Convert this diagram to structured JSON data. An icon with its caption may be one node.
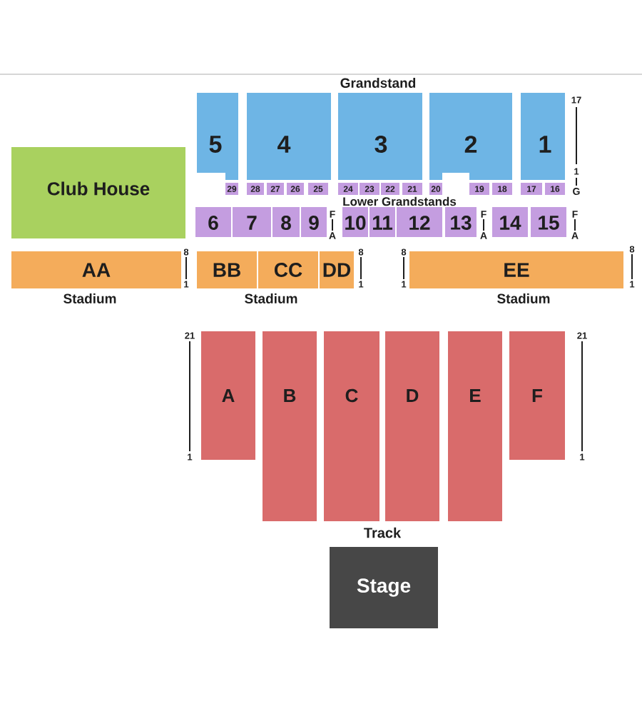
{
  "diagram": {
    "nodes": [
      {
        "text": [
          "5"
        ]
      },
      {
        "text": [
          "4"
        ]
      },
      {
        "text": [
          "3"
        ]
      },
      {
        "text": [
          "2"
        ]
      },
      {
        "text": [
          "1"
        ]
      },
      {
        "text": [
          "Club House"
        ]
      },
      {
        "text": [
          "29"
        ]
      },
      {
        "text": [
          "28"
        ]
      },
      {
        "text": [
          "27"
        ]
      },
      {
        "text": [
          "26"
        ]
      },
      {
        "text": [
          "25"
        ]
      },
      {
        "text": [
          "24"
        ]
      },
      {
        "text": [
          "23"
        ]
      },
      {
        "text": [
          "22"
        ]
      },
      {
        "text": [
          "21"
        ]
      },
      {
        "text": [
          "20"
        ]
      },
      {
        "text": [
          "19"
        ]
      },
      {
        "text": [
          "18"
        ]
      },
      {
        "text": [
          "17"
        ]
      },
      {
        "text": [
          "16"
        ]
      },
      {
        "text": [
          "6"
        ]
      },
      {
        "text": [
          "7"
        ]
      },
      {
        "text": [
          "8"
        ]
      },
      {
        "text": [
          "9"
        ]
      },
      {
        "text": [
          "10"
        ]
      },
      {
        "text": [
          "11"
        ]
      },
      {
        "text": [
          "12"
        ]
      },
      {
        "text": [
          "13"
        ]
      },
      {
        "text": [
          "14"
        ]
      },
      {
        "text": [
          "15"
        ]
      },
      {
        "text": [
          "AA"
        ]
      },
      {
        "text": [
          "BB"
        ]
      },
      {
        "text": [
          "CC"
        ]
      },
      {
        "text": [
          "DD"
        ]
      },
      {
        "text": [
          "EE"
        ]
      },
      {
        "text": [
          "A"
        ]
      },
      {
        "text": [
          "B"
        ]
      },
      {
        "text": [
          "C"
        ]
      },
      {
        "text": [
          "D"
        ]
      },
      {
        "text": [
          "E"
        ]
      },
      {
        "text": [
          "F"
        ]
      },
      {
        "text": [
          "Stage"
        ]
      }
    ],
    "labels": [
      "Grandstand",
      "17",
      "1",
      "G",
      "Lower Grandstands",
      "F",
      "A",
      "F",
      "A",
      "F",
      "A",
      "8",
      "1",
      "8",
      "1",
      "8",
      "1",
      "8",
      "1",
      "Stadium",
      "Stadium",
      "Stadium",
      "21",
      "1",
      "21",
      "1",
      "Track"
    ]
  }
}
